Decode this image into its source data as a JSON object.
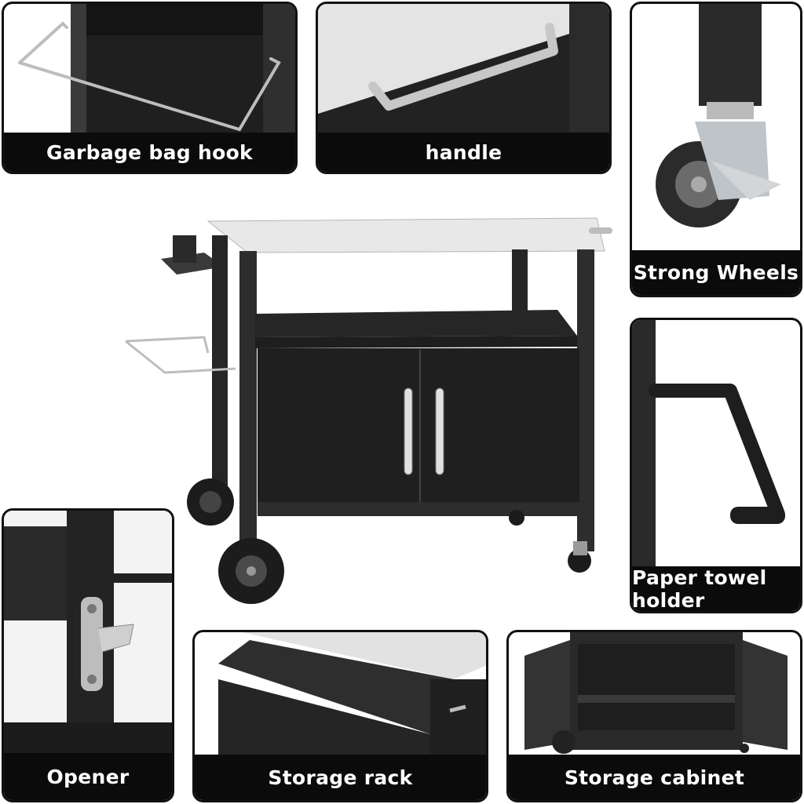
{
  "features": {
    "garbage_hook": {
      "label": "Garbage bag hook"
    },
    "handle": {
      "label": "handle"
    },
    "wheels": {
      "label": "Strong Wheels"
    },
    "towel_holder": {
      "label": "Paper towel holder"
    },
    "opener": {
      "label": "Opener"
    },
    "storage_rack": {
      "label": "Storage rack"
    },
    "storage_cabinet": {
      "label": "Storage cabinet"
    }
  },
  "colors": {
    "frame": "#2a2a2a",
    "steel": "#d9d9d9",
    "label_bg": "#0b0b0b",
    "label_text": "#ffffff"
  }
}
